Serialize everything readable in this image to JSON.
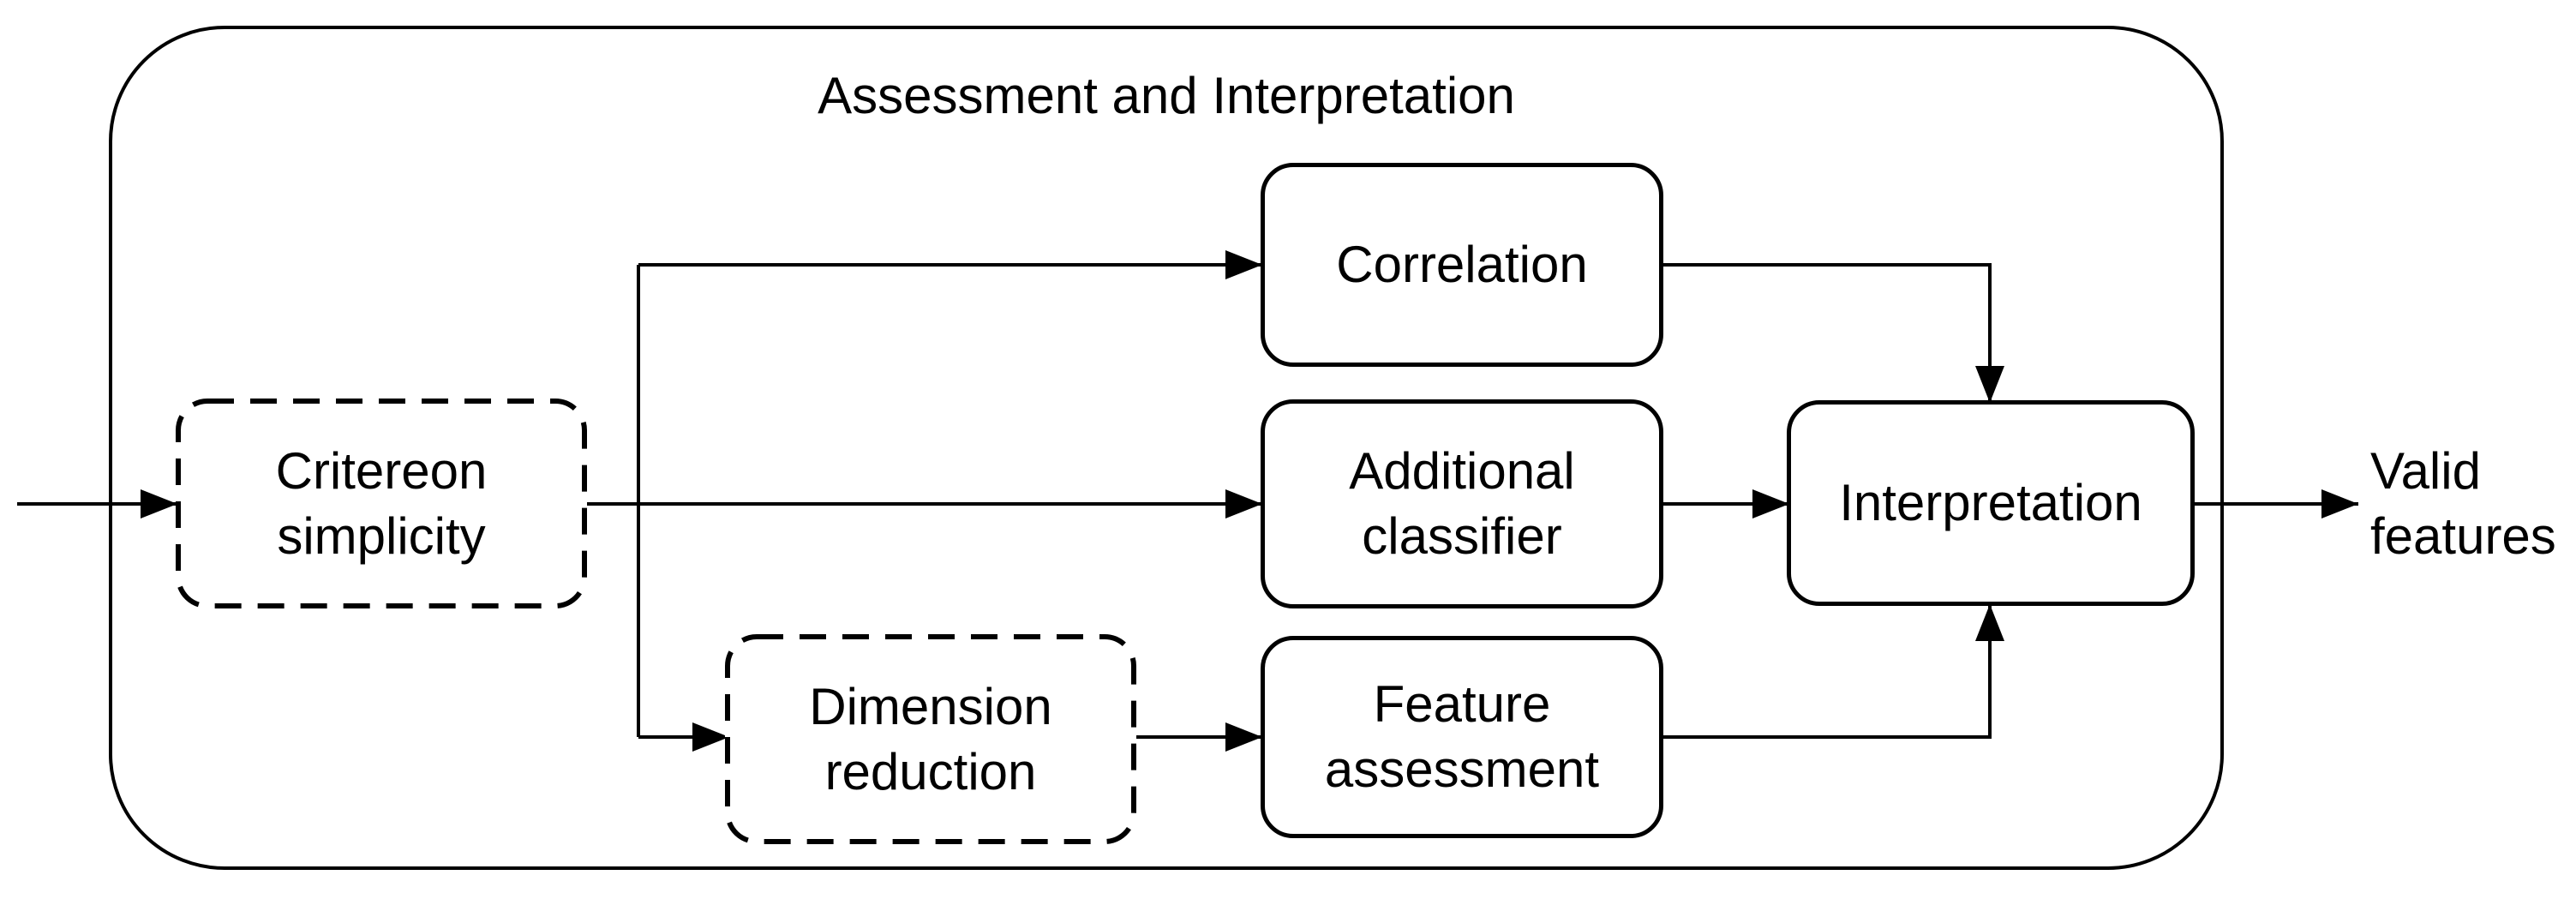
{
  "diagram": {
    "group_title": "Assessment and Interpretation",
    "nodes": [
      {
        "id": "critereon-simplicity",
        "label": "Critereon\nsimplicity",
        "border": "dashed"
      },
      {
        "id": "correlation",
        "label": "Correlation",
        "border": "solid"
      },
      {
        "id": "additional-classifier",
        "label": "Additional\nclassifier",
        "border": "solid"
      },
      {
        "id": "dimension-reduction",
        "label": "Dimension\nreduction",
        "border": "dashed"
      },
      {
        "id": "feature-assessment",
        "label": "Feature\nassessment",
        "border": "solid"
      },
      {
        "id": "interpretation",
        "label": "Interpretation",
        "border": "solid"
      }
    ],
    "output_label": "Valid\nfeatures",
    "edges": [
      {
        "from": "input",
        "to": "critereon-simplicity"
      },
      {
        "from": "critereon-simplicity",
        "to": "correlation"
      },
      {
        "from": "critereon-simplicity",
        "to": "additional-classifier"
      },
      {
        "from": "critereon-simplicity",
        "to": "dimension-reduction"
      },
      {
        "from": "correlation",
        "to": "interpretation"
      },
      {
        "from": "additional-classifier",
        "to": "interpretation"
      },
      {
        "from": "dimension-reduction",
        "to": "feature-assessment"
      },
      {
        "from": "feature-assessment",
        "to": "interpretation"
      },
      {
        "from": "interpretation",
        "to": "valid-features"
      }
    ],
    "colors": {
      "stroke": "#000000",
      "fill": "#ffffff",
      "text": "#000000"
    }
  }
}
